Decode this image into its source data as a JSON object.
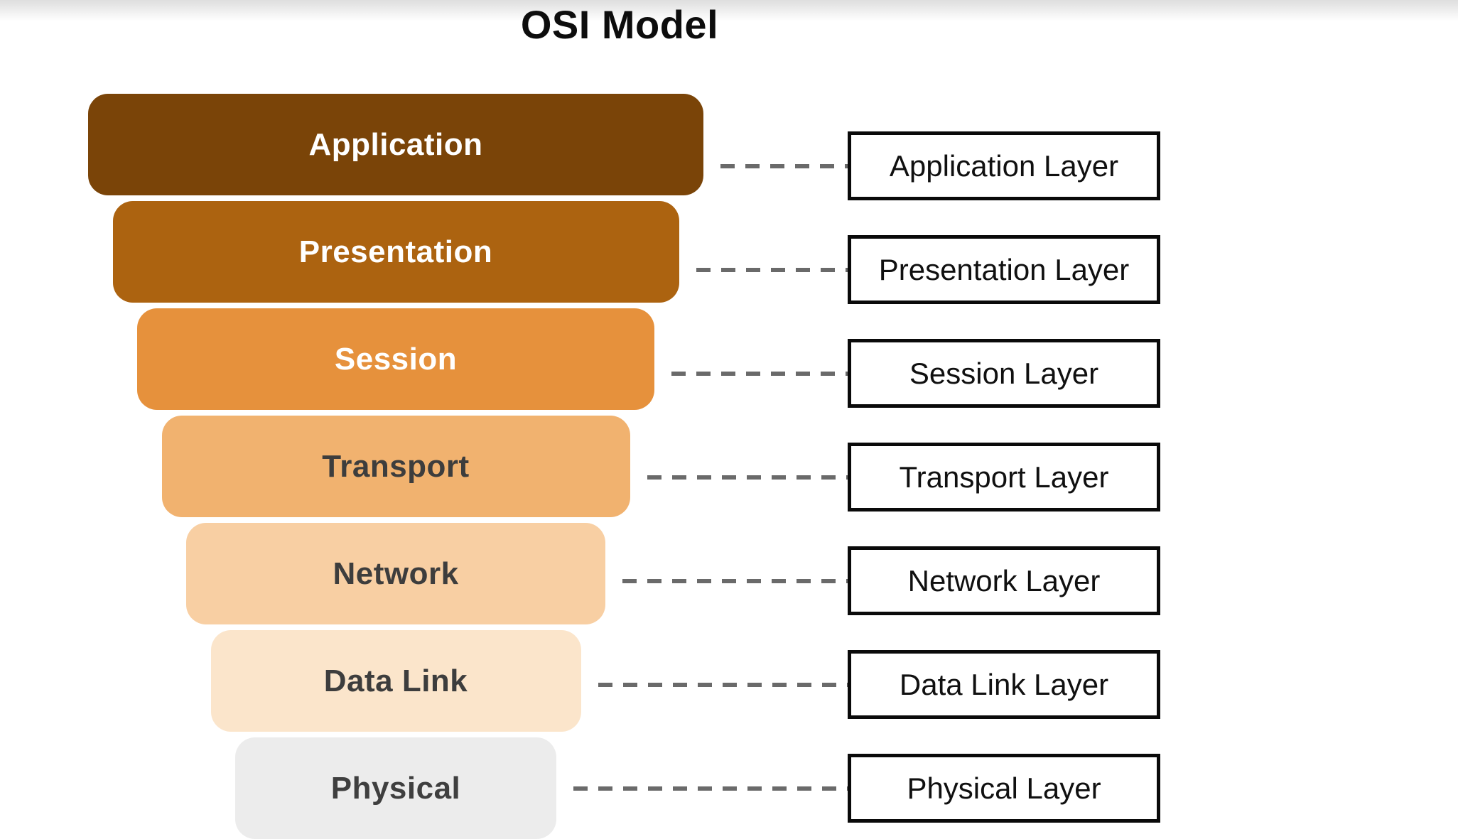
{
  "title": "OSI Model",
  "colors": {
    "dash_line": "#6a6a6a",
    "callout_border": "#0a0a0a",
    "callout_background": "#ffffff",
    "title_text": "#0d0d0d",
    "top_edge_shade": "#dedede"
  },
  "layers": [
    {
      "name": "Application",
      "callout_label": "Application Layer",
      "fill": "#7a4408",
      "text_color": "#ffffff"
    },
    {
      "name": "Presentation",
      "callout_label": "Presentation Layer",
      "fill": "#ac6310",
      "text_color": "#ffffff"
    },
    {
      "name": "Session",
      "callout_label": "Session Layer",
      "fill": "#e6913c",
      "text_color": "#ffffff"
    },
    {
      "name": "Transport",
      "callout_label": "Transport Layer",
      "fill": "#f1b26f",
      "text_color": "#3d3d3d"
    },
    {
      "name": "Network",
      "callout_label": "Network Layer",
      "fill": "#f8cfa3",
      "text_color": "#3d3d3d"
    },
    {
      "name": "Data Link",
      "callout_label": "Data Link Layer",
      "fill": "#fbe5cb",
      "text_color": "#3d3d3d"
    },
    {
      "name": "Physical",
      "callout_label": "Physical Layer",
      "fill": "#ececec",
      "text_color": "#3f3f3f"
    }
  ]
}
